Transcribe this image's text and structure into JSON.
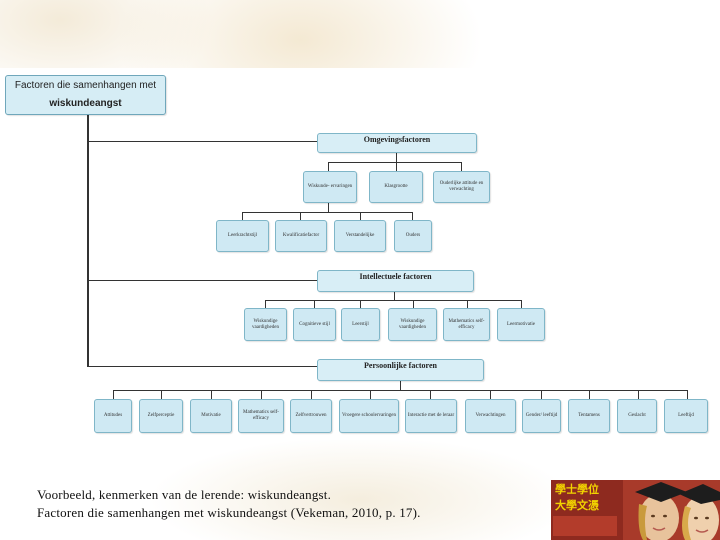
{
  "diagram": {
    "root": {
      "line1": "Factoren die samenhangen met",
      "line2": "wiskundeangst"
    },
    "groups": [
      {
        "title": "Omgevingsfactoren",
        "children": [
          "Wiskunde- ervaringen",
          "Klasgrootte",
          "Ouderlijke attitude en verwachting"
        ],
        "grandchildren": [
          "Leerkrachtstijl",
          "Kwalificatiefactor",
          "Verstandelijke",
          "Ouders"
        ]
      },
      {
        "title": "Intellectuele factoren",
        "children": [
          "Wiskundige vaardigheden",
          "Cognitieve stijl",
          "Leerstijl",
          "Wiskundige vaardigheden",
          "Mathematics self-efficacy",
          "Leermotivatie"
        ]
      },
      {
        "title": "Persoonlijke factoren",
        "children": [
          "Attitudes",
          "Zelfperceptie",
          "Motivatie",
          "Mathematics self-efficacy",
          "Zelfvertrouwen",
          "Vroegere schoolervaringen",
          "Interactie met de leraar",
          "Verwachtingen",
          "Gender/ leeftijd",
          "Tentamens",
          "Geslacht",
          "Leeftijd"
        ]
      }
    ]
  },
  "caption": {
    "line1": "Voorbeeld, kenmerken van de lerende: wiskundeangst.",
    "line2": "Factoren die samenhangen met wiskundeangst (Vekeman, 2010, p. 17)."
  },
  "photo": {
    "sign_text": "學士學位 大學文憑"
  },
  "colors": {
    "node_fill": "#cfe9f3",
    "node_border": "#7fb6c8",
    "connector": "#333333",
    "photo_red": "#a83a2a",
    "photo_yellow": "#f2d400"
  }
}
